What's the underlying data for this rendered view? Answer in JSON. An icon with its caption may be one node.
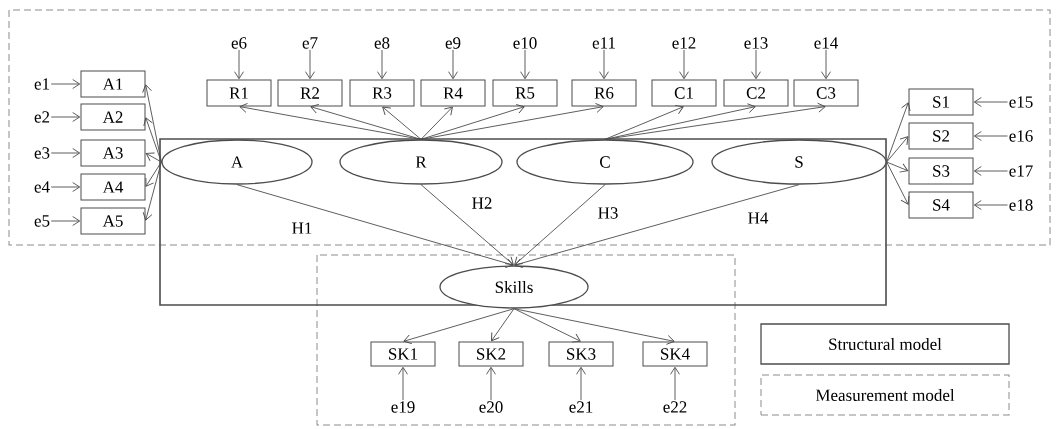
{
  "diagram": {
    "nodes": [
      {
        "text": [
          "A"
        ]
      },
      {
        "text": [
          "R"
        ]
      },
      {
        "text": [
          "C"
        ]
      },
      {
        "text": [
          "S"
        ]
      },
      {
        "text": [
          "Skills"
        ]
      },
      {
        "text": [
          "A1"
        ]
      },
      {
        "text": [
          "A2"
        ]
      },
      {
        "text": [
          "A3"
        ]
      },
      {
        "text": [
          "A4"
        ]
      },
      {
        "text": [
          "A5"
        ]
      },
      {
        "text": [
          "R1"
        ]
      },
      {
        "text": [
          "R2"
        ]
      },
      {
        "text": [
          "R3"
        ]
      },
      {
        "text": [
          "R4"
        ]
      },
      {
        "text": [
          "R5"
        ]
      },
      {
        "text": [
          "R6"
        ]
      },
      {
        "text": [
          "C1"
        ]
      },
      {
        "text": [
          "C2"
        ]
      },
      {
        "text": [
          "C3"
        ]
      },
      {
        "text": [
          "S1"
        ]
      },
      {
        "text": [
          "S2"
        ]
      },
      {
        "text": [
          "S3"
        ]
      },
      {
        "text": [
          "S4"
        ]
      },
      {
        "text": [
          "SK1"
        ]
      },
      {
        "text": [
          "SK2"
        ]
      },
      {
        "text": [
          "SK3"
        ]
      },
      {
        "text": [
          "SK4"
        ]
      },
      {
        "text": [
          "e1"
        ]
      },
      {
        "text": [
          "e2"
        ]
      },
      {
        "text": [
          "e3"
        ]
      },
      {
        "text": [
          "e4"
        ]
      },
      {
        "text": [
          "e5"
        ]
      },
      {
        "text": [
          "e6"
        ]
      },
      {
        "text": [
          "e7"
        ]
      },
      {
        "text": [
          "e8"
        ]
      },
      {
        "text": [
          "e9"
        ]
      },
      {
        "text": [
          "e10"
        ]
      },
      {
        "text": [
          "e11"
        ]
      },
      {
        "text": [
          "e12"
        ]
      },
      {
        "text": [
          "e13"
        ]
      },
      {
        "text": [
          "e14"
        ]
      },
      {
        "text": [
          "e15"
        ]
      },
      {
        "text": [
          "e16"
        ]
      },
      {
        "text": [
          "e17"
        ]
      },
      {
        "text": [
          "e18"
        ]
      },
      {
        "text": [
          "e19"
        ]
      },
      {
        "text": [
          "e20"
        ]
      },
      {
        "text": [
          "e21"
        ]
      },
      {
        "text": [
          "e22"
        ]
      }
    ],
    "edges": [
      {
        "from": 0,
        "to": 4,
        "arrow": "to",
        "label": "H1"
      },
      {
        "from": 1,
        "to": 4,
        "arrow": "to",
        "label": "H2"
      },
      {
        "from": 2,
        "to": 4,
        "arrow": "to",
        "label": "H3"
      },
      {
        "from": 3,
        "to": 4,
        "arrow": "to",
        "label": "H4"
      },
      {
        "from": 0,
        "to": 5,
        "arrow": "to"
      },
      {
        "from": 0,
        "to": 6,
        "arrow": "to"
      },
      {
        "from": 0,
        "to": 7,
        "arrow": "to"
      },
      {
        "from": 0,
        "to": 8,
        "arrow": "to"
      },
      {
        "from": 0,
        "to": 9,
        "arrow": "to"
      },
      {
        "from": 1,
        "to": 10,
        "arrow": "to"
      },
      {
        "from": 1,
        "to": 11,
        "arrow": "to"
      },
      {
        "from": 1,
        "to": 12,
        "arrow": "to"
      },
      {
        "from": 1,
        "to": 13,
        "arrow": "to"
      },
      {
        "from": 1,
        "to": 14,
        "arrow": "to"
      },
      {
        "from": 1,
        "to": 15,
        "arrow": "to"
      },
      {
        "from": 2,
        "to": 16,
        "arrow": "to"
      },
      {
        "from": 2,
        "to": 17,
        "arrow": "to"
      },
      {
        "from": 2,
        "to": 18,
        "arrow": "to"
      },
      {
        "from": 3,
        "to": 19,
        "arrow": "to"
      },
      {
        "from": 3,
        "to": 20,
        "arrow": "to"
      },
      {
        "from": 3,
        "to": 21,
        "arrow": "to"
      },
      {
        "from": 3,
        "to": 22,
        "arrow": "to"
      },
      {
        "from": 4,
        "to": 23,
        "arrow": "to"
      },
      {
        "from": 4,
        "to": 24,
        "arrow": "to"
      },
      {
        "from": 4,
        "to": 25,
        "arrow": "to"
      },
      {
        "from": 4,
        "to": 26,
        "arrow": "to"
      },
      {
        "from": 27,
        "to": 5,
        "arrow": "to"
      },
      {
        "from": 28,
        "to": 6,
        "arrow": "to"
      },
      {
        "from": 29,
        "to": 7,
        "arrow": "to"
      },
      {
        "from": 30,
        "to": 8,
        "arrow": "to"
      },
      {
        "from": 31,
        "to": 9,
        "arrow": "to"
      },
      {
        "from": 32,
        "to": 10,
        "arrow": "to"
      },
      {
        "from": 33,
        "to": 11,
        "arrow": "to"
      },
      {
        "from": 34,
        "to": 12,
        "arrow": "to"
      },
      {
        "from": 35,
        "to": 13,
        "arrow": "to"
      },
      {
        "from": 36,
        "to": 14,
        "arrow": "to"
      },
      {
        "from": 37,
        "to": 15,
        "arrow": "to"
      },
      {
        "from": 38,
        "to": 16,
        "arrow": "to"
      },
      {
        "from": 39,
        "to": 17,
        "arrow": "to"
      },
      {
        "from": 40,
        "to": 18,
        "arrow": "to"
      },
      {
        "from": 41,
        "to": 19,
        "arrow": "to"
      },
      {
        "from": 42,
        "to": 20,
        "arrow": "to"
      },
      {
        "from": 43,
        "to": 21,
        "arrow": "to"
      },
      {
        "from": 44,
        "to": 22,
        "arrow": "to"
      },
      {
        "from": 45,
        "to": 23,
        "arrow": "to"
      },
      {
        "from": 46,
        "to": 24,
        "arrow": "to"
      },
      {
        "from": 47,
        "to": 25,
        "arrow": "to"
      },
      {
        "from": 48,
        "to": 26,
        "arrow": "to"
      }
    ],
    "legend": [
      {
        "text": "Structural model"
      },
      {
        "text": "Measurement model"
      }
    ]
  }
}
